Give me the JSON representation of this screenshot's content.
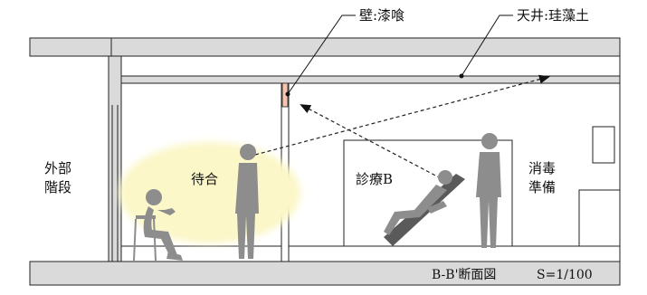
{
  "callouts": {
    "wall": "壁:漆喰",
    "ceiling": "天井:珪藻土"
  },
  "rooms": {
    "outdoor_stairs_1": "外部",
    "outdoor_stairs_2": "階段",
    "waiting": "待合",
    "exam": "診療B",
    "disinfect_1": "消毒",
    "disinfect_2": "準備"
  },
  "footer": {
    "section": "B-B'断面図",
    "scale": "S=1/100"
  },
  "colors": {
    "structure": "#dadada",
    "figure": "#8d8d8d",
    "light_pool": "#fbf7c8",
    "plaster_accent": "#f6c4b0",
    "line": "#222222"
  },
  "icons": {
    "arrow": "arrowhead-triangle",
    "figures": [
      "person-seated",
      "person-standing",
      "person-reclining",
      "person-standing-2"
    ]
  }
}
